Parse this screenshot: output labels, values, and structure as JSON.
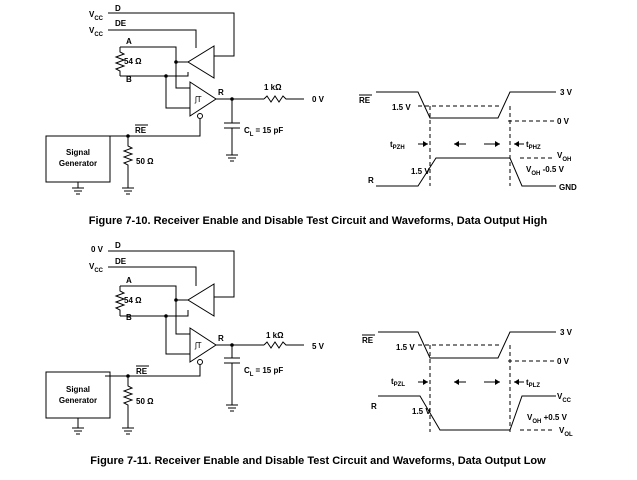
{
  "fig1": {
    "labels": {
      "vcc_d": "V",
      "vcc_d_sub": "CC",
      "pin_d": "D",
      "vcc_de": "V",
      "vcc_de_sub": "CC",
      "pin_de": "DE",
      "pin_a": "A",
      "pin_b": "B",
      "pin_r": "R",
      "res_ab": "54 Ω",
      "res_gen": "50 Ω",
      "res_out": "1 kΩ",
      "out_v": "0 V",
      "cap": "C",
      "cap_sub": "L",
      "cap_val": "= 15 pF",
      "re_in": "RE",
      "gen_line1": "Signal",
      "gen_line2": "Generator"
    },
    "wave": {
      "re_label": "RE",
      "r_label": "R",
      "v_high": "3 V",
      "v_low": "0 V",
      "thr_top": "1.5 V",
      "thr_bot": "1.5 V",
      "t_on": "t",
      "t_on_sub": "PZH",
      "t_off": "t",
      "t_off_sub": "PHZ",
      "voh": "V",
      "voh_sub": "OH",
      "voh2": "V",
      "voh2_sub": "OH",
      "voh2_suffix": " -0.5 V",
      "gnd": "GND"
    },
    "caption": "Figure 7-10. Receiver Enable and Disable Test Circuit and Waveforms, Data Output High"
  },
  "fig2": {
    "labels": {
      "v_d": "0 V",
      "pin_d": "D",
      "vcc_de": "V",
      "vcc_de_sub": "CC",
      "pin_de": "DE",
      "pin_a": "A",
      "pin_b": "B",
      "pin_r": "R",
      "res_ab": "54 Ω",
      "res_gen": "50 Ω",
      "res_out": "1 kΩ",
      "out_v": "5 V",
      "cap": "C",
      "cap_sub": "L",
      "cap_val": "= 15 pF",
      "re_in": "RE",
      "gen_line1": "Signal",
      "gen_line2": "Generator"
    },
    "wave": {
      "re_label": "RE",
      "r_label": "R",
      "v_high": "3 V",
      "v_low": "0 V",
      "thr_top": "1.5 V",
      "thr_bot": "1.5 V",
      "t_on": "t",
      "t_on_sub": "PZL",
      "t_off": "t",
      "t_off_sub": "PLZ",
      "vcc": "V",
      "vcc_sub": "CC",
      "vol_plus": "V",
      "vol_plus_sub": "OH",
      "vol_plus_suffix": " +0.5 V",
      "vol": "V",
      "vol_sub": "OL"
    },
    "caption": "Figure 7-11. Receiver Enable and Disable Test Circuit and Waveforms, Data Output Low"
  }
}
